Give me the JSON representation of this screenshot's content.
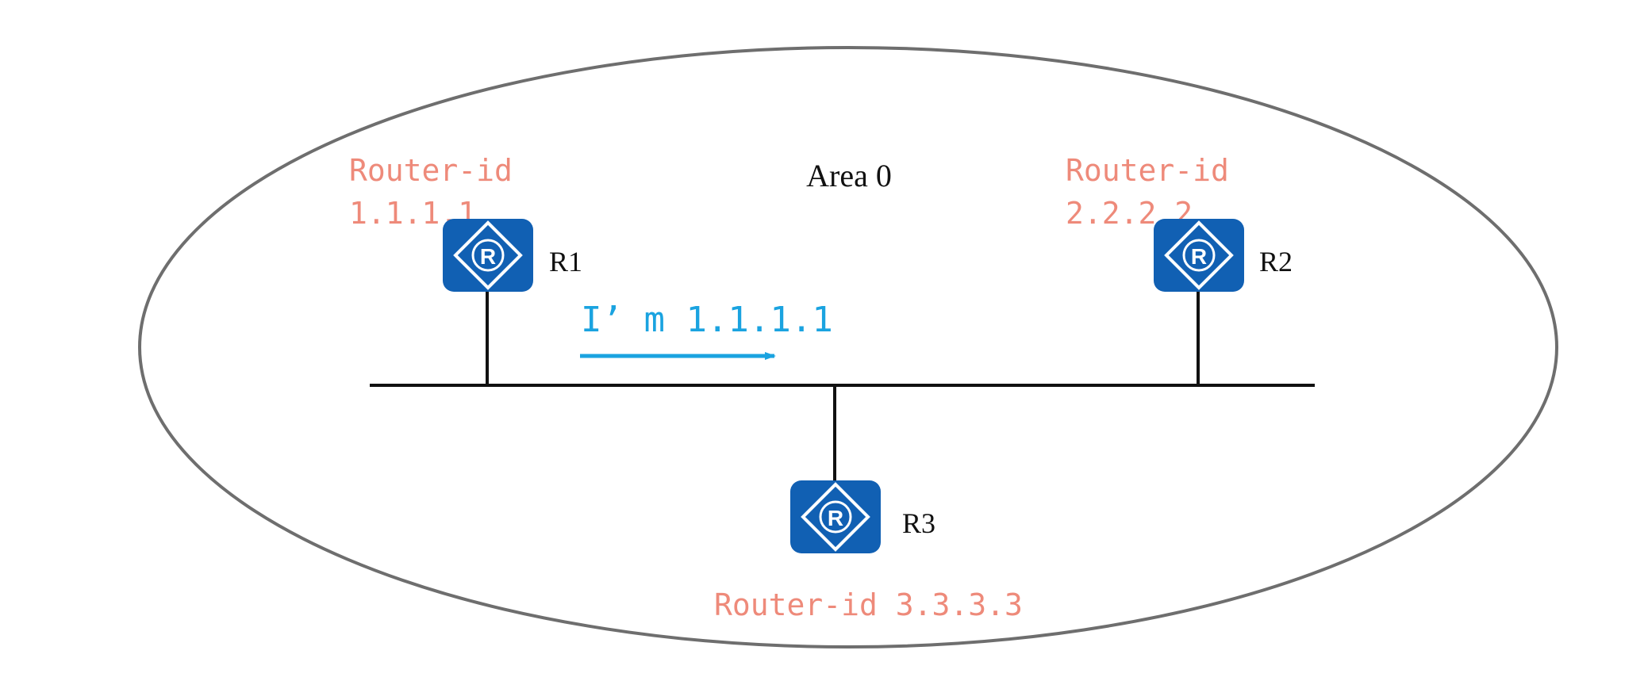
{
  "area": {
    "label": "Area 0"
  },
  "routers": [
    {
      "name": "R1",
      "router_id_label": "Router-id",
      "router_id_value": "1.1.1.1"
    },
    {
      "name": "R2",
      "router_id_label": "Router-id",
      "router_id_value": "2.2.2.2"
    },
    {
      "name": "R3",
      "router_id_label": "Router-id 3.3.3.3"
    }
  ],
  "message": {
    "text": "I’ m 1.1.1.1"
  },
  "icons": {
    "router": "router-icon"
  },
  "colors": {
    "router_fill": "#1160b3",
    "router_id_text": "#ee8a7a",
    "message_text": "#1aa3e0",
    "message_arrow": "#1aa3e0",
    "area_outline": "#6e6e6e",
    "link_line": "#111111",
    "label_text": "#111111"
  }
}
